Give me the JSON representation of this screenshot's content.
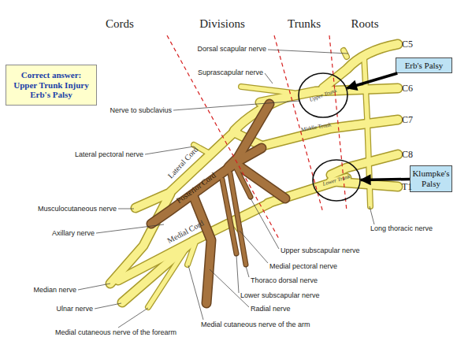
{
  "diagram": {
    "nodes": [
      {
        "text": [
          "Correct answer: Upper Trunk Injury Erb's Palsy"
        ]
      },
      {
        "text": [
          "Erb's Palsy"
        ]
      },
      {
        "text": [
          "Upper Trunk"
        ]
      },
      {
        "text": [
          "Klumpke's Palsy"
        ]
      },
      {
        "text": [
          "Lower Trunk"
        ]
      }
    ],
    "edges": [
      {
        "from": 1,
        "to": 2,
        "arrow": "to"
      },
      {
        "from": 3,
        "to": 4,
        "arrow": "to"
      }
    ],
    "labels": [
      "Cords",
      "Divisions",
      "Trunks",
      "Roots",
      "C5",
      "C6",
      "C7",
      "C8",
      "T1",
      "Dorsal scapular nerve",
      "Suprascapular nerve",
      "Nerve to subclavius",
      "Lateral pectoral nerve",
      "Lateral Cord",
      "Middle Trunk",
      "Posterior Cord",
      "Musculocutaneous nerve",
      "Axillary nerve",
      "Medial Cord",
      "Long thoracic nerve",
      "Upper subscapular nerve",
      "Medial pectoral nerve",
      "Thoraco dorsal nerve",
      "Lower subscapular nerve",
      "Median nerve",
      "Ulnar nerve",
      "Radial nerve",
      "Medial cutaneous nerve of the arm",
      "Medial cutaneous nerve of the forearm"
    ]
  }
}
